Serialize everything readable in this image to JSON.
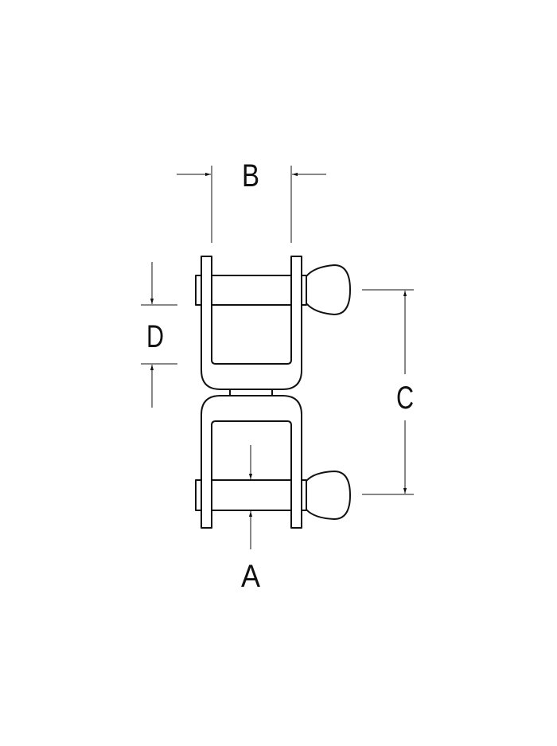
{
  "diagram": {
    "labels": {
      "a": "A",
      "b": "B",
      "c": "C",
      "d": "D"
    },
    "colors": {
      "line": "#111111",
      "background": "#ffffff"
    }
  }
}
